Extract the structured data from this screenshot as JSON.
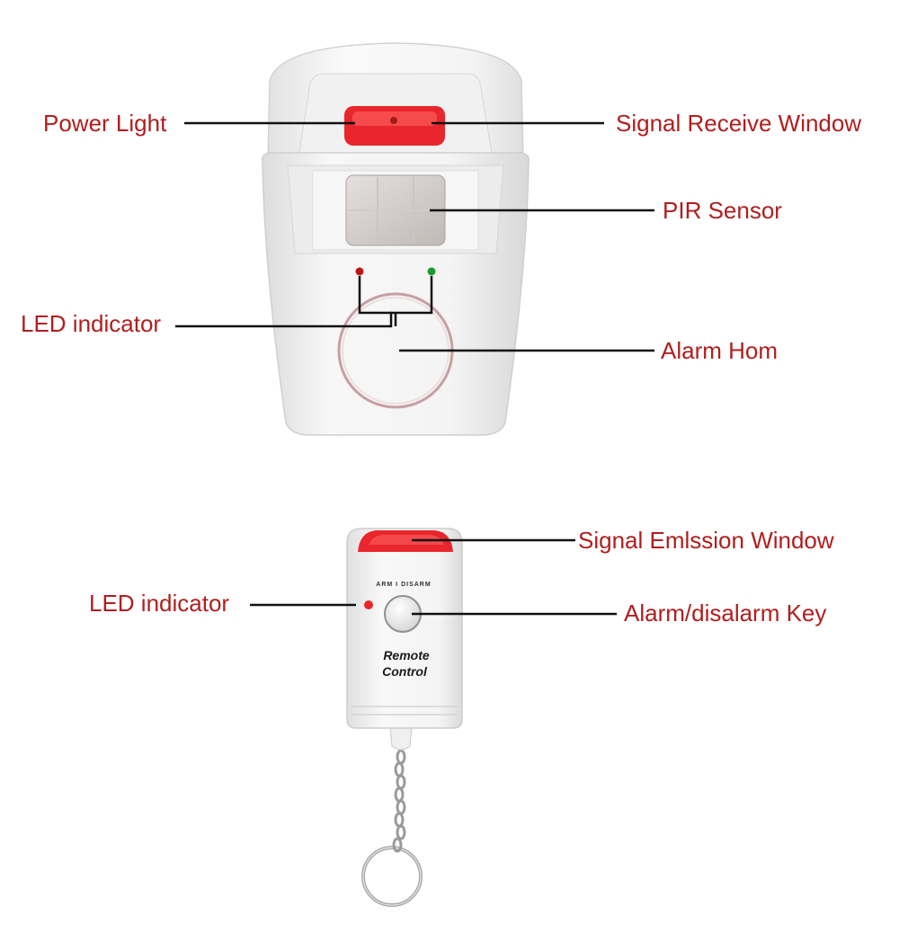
{
  "colors": {
    "label": "#b01e1e",
    "leader_line": "#111111",
    "device_body": "#f2f2f2",
    "red_window": "#e8262b",
    "led_red": "#c0161a",
    "led_green": "#1d9a2e",
    "horn_ring": "#c79fa4"
  },
  "sensor_unit": {
    "labels": {
      "power_light": "Power Light",
      "signal_receive_window": "Signal Receive Window",
      "pir_sensor": "PIR Sensor",
      "led_indicator": "LED indicator",
      "alarm_horn": "Alarm Hom"
    }
  },
  "remote_unit": {
    "labels": {
      "signal_emission_window": "Signal Emlssion Window",
      "led_indicator": "LED indicator",
      "alarm_key": "Alarm/disalarm Key"
    },
    "printed": {
      "key_label": "ARM  I  DISARM",
      "remote_line1": "Remote",
      "remote_line2": "Control"
    }
  }
}
